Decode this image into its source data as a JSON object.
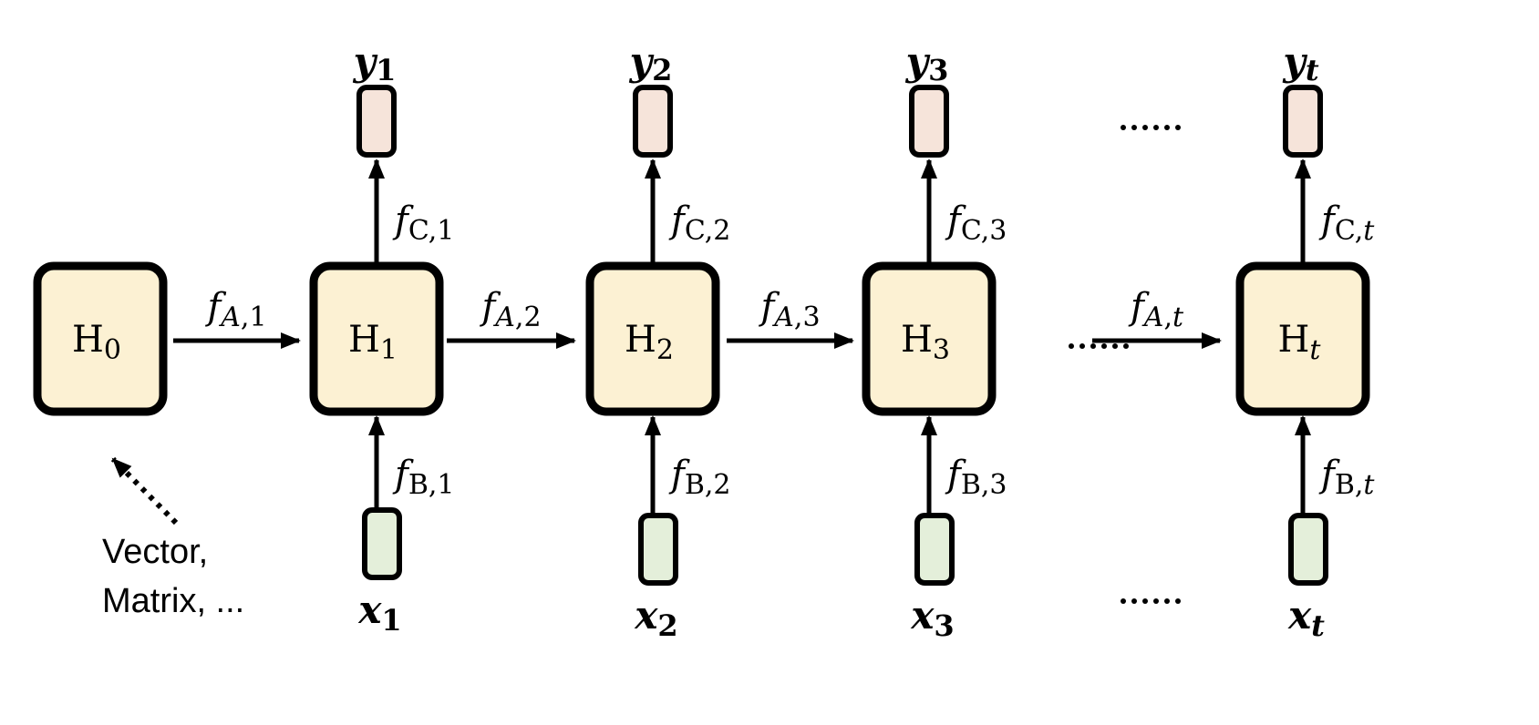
{
  "diagram": {
    "title": "Recurrent state transition diagram",
    "colors": {
      "state_fill": "#FCF1D3",
      "output_fill": "#F6E4DA",
      "input_fill": "#E4EFDA",
      "stroke": "#000000"
    },
    "states": [
      {
        "id": "H0",
        "base": "H",
        "sub": "0",
        "sub_italic": false
      },
      {
        "id": "H1",
        "base": "H",
        "sub": "1",
        "sub_italic": false
      },
      {
        "id": "H2",
        "base": "H",
        "sub": "2",
        "sub_italic": false
      },
      {
        "id": "H3",
        "base": "H",
        "sub": "3",
        "sub_italic": false
      },
      {
        "id": "Ht",
        "base": "H",
        "sub": "t",
        "sub_italic": true
      }
    ],
    "transitions": [
      {
        "from": "H0",
        "to": "H1",
        "f": "f",
        "sub": "A,1"
      },
      {
        "from": "H1",
        "to": "H2",
        "f": "f",
        "sub": "A,2"
      },
      {
        "from": "H2",
        "to": "H3",
        "f": "f",
        "sub": "A,3"
      },
      {
        "from": "ellipsis",
        "to": "Ht",
        "f": "f",
        "sub": "A,t"
      }
    ],
    "outputs": [
      {
        "state": "H1",
        "label": "y",
        "sub": "1",
        "f": "f",
        "fsub_letter": "C",
        "fsub_idx": "1"
      },
      {
        "state": "H2",
        "label": "y",
        "sub": "2",
        "f": "f",
        "fsub_letter": "C",
        "fsub_idx": "2"
      },
      {
        "state": "H3",
        "label": "y",
        "sub": "3",
        "f": "f",
        "fsub_letter": "C",
        "fsub_idx": "3"
      },
      {
        "state": "Ht",
        "label": "y",
        "sub": "t",
        "f": "f",
        "fsub_letter": "C",
        "fsub_idx": "t"
      }
    ],
    "inputs": [
      {
        "state": "H1",
        "label": "x",
        "sub": "1",
        "f": "f",
        "fsub_letter": "B",
        "fsub_idx": "1"
      },
      {
        "state": "H2",
        "label": "x",
        "sub": "2",
        "f": "f",
        "fsub_letter": "B",
        "fsub_idx": "2"
      },
      {
        "state": "H3",
        "label": "x",
        "sub": "3",
        "f": "f",
        "fsub_letter": "B",
        "fsub_idx": "3"
      },
      {
        "state": "Ht",
        "label": "x",
        "sub": "t",
        "f": "f",
        "fsub_letter": "B",
        "fsub_idx": "t"
      }
    ],
    "ellipsis": "......",
    "annotation": {
      "line1": "Vector,",
      "line2": "Matrix, ..."
    }
  }
}
